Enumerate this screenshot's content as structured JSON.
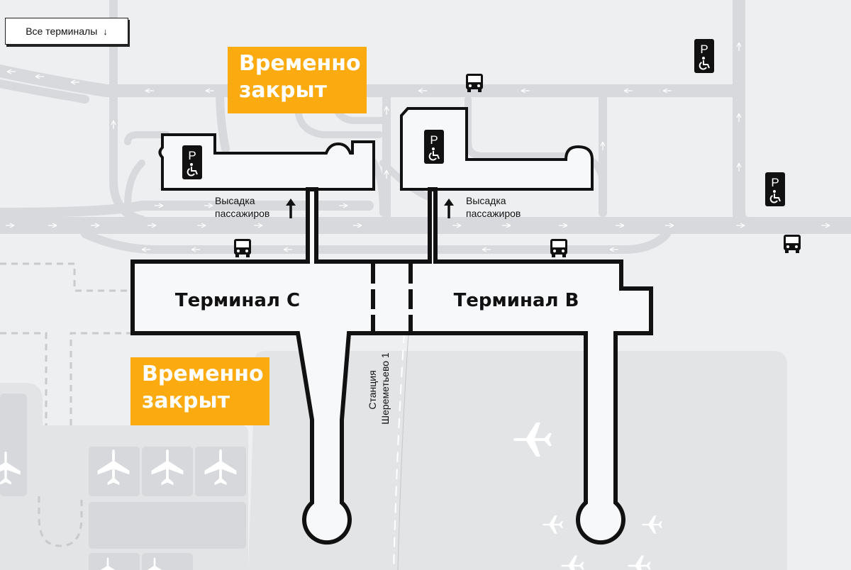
{
  "controls": {
    "terminal_select_label": "Все терминалы",
    "terminal_select_icon": "arrow-down-icon"
  },
  "terminals": {
    "c_label": "Терминал C",
    "b_label": "Терминал B"
  },
  "status": {
    "closed_line1": "Временно",
    "closed_line2": "закрыт"
  },
  "labels": {
    "dropoff_line1": "Высадка",
    "dropoff_line2": "пассажиров",
    "station_line1": "Станция",
    "station_line2": "Шереметьево 1",
    "parking_letter": "P",
    "edge_fragment": ")"
  },
  "icons": [
    "parking-accessible-icon",
    "bus-icon",
    "airplane-icon",
    "arrow-up-icon"
  ],
  "colors": {
    "background": "#eeeff0",
    "road": "#d7d9dc",
    "apron": "#e2e4e6",
    "building_fill": "#f7f8f9",
    "building_stroke": "#111111",
    "closed_badge": "#fbab0f",
    "road_arrows": "#ffffff"
  }
}
